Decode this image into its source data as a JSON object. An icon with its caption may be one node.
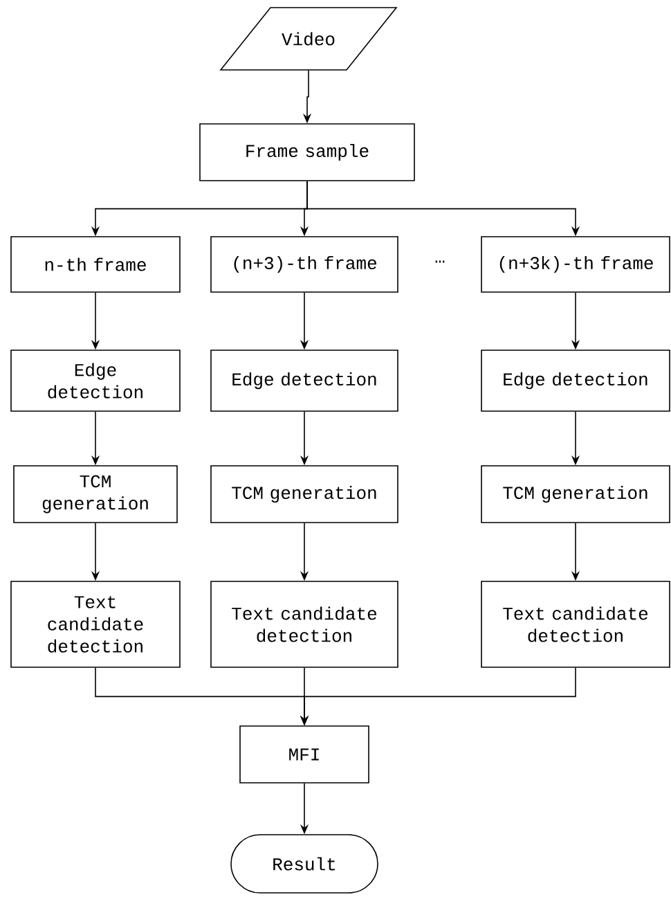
{
  "diagram": {
    "nodes": [
      {
        "text": [
          "Video"
        ]
      },
      {
        "text": [
          "Frame sample"
        ]
      },
      {
        "text": [
          "n-th frame"
        ]
      },
      {
        "text": [
          "(n+3)-th frame"
        ]
      },
      {
        "text": [
          "(n+3k)-th frame"
        ]
      },
      {
        "text": [
          "Edge detection"
        ]
      },
      {
        "text": [
          "Edge detection"
        ]
      },
      {
        "text": [
          "Edge detection"
        ]
      },
      {
        "text": [
          "TCM generation"
        ]
      },
      {
        "text": [
          "TCM generation"
        ]
      },
      {
        "text": [
          "TCM generation"
        ]
      },
      {
        "text": [
          "Text candidate detection"
        ]
      },
      {
        "text": [
          "Text candidate detection"
        ]
      },
      {
        "text": [
          "Text candidate detection"
        ]
      },
      {
        "text": [
          "MFI"
        ]
      },
      {
        "text": [
          "Result"
        ]
      }
    ],
    "edges": [
      {
        "from": 0,
        "to": 1,
        "arrow": "to"
      },
      {
        "from": 1,
        "to": 2,
        "arrow": "to"
      },
      {
        "from": 1,
        "to": 3,
        "arrow": "to"
      },
      {
        "from": 1,
        "to": 4,
        "arrow": "to"
      },
      {
        "from": 2,
        "to": 5,
        "arrow": "to"
      },
      {
        "from": 3,
        "to": 6,
        "arrow": "to"
      },
      {
        "from": 4,
        "to": 7,
        "arrow": "to"
      },
      {
        "from": 5,
        "to": 8,
        "arrow": "to"
      },
      {
        "from": 6,
        "to": 9,
        "arrow": "to"
      },
      {
        "from": 7,
        "to": 10,
        "arrow": "to"
      },
      {
        "from": 8,
        "to": 11,
        "arrow": "to"
      },
      {
        "from": 9,
        "to": 12,
        "arrow": "to"
      },
      {
        "from": 10,
        "to": 13,
        "arrow": "to"
      },
      {
        "from": 11,
        "to": 14,
        "arrow": "to"
      },
      {
        "from": 12,
        "to": 14,
        "arrow": "to"
      },
      {
        "from": 13,
        "to": 14,
        "arrow": "to"
      },
      {
        "from": 14,
        "to": 15,
        "arrow": "to"
      }
    ],
    "labels": [
      "…"
    ]
  }
}
